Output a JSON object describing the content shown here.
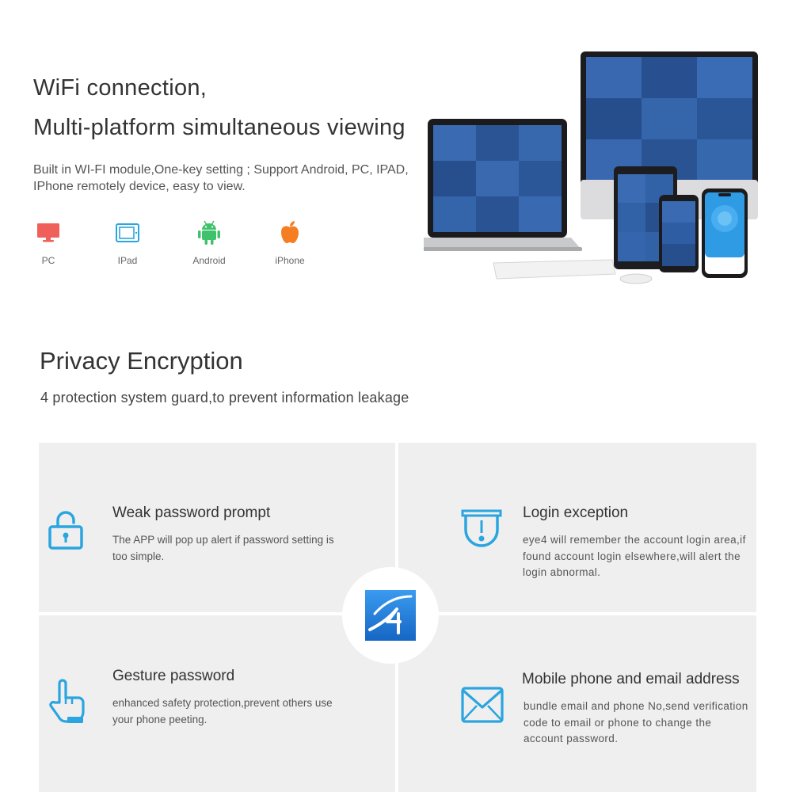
{
  "wifi": {
    "title_line1": "WiFi connection,",
    "title_line2": "Multi-platform simultaneous viewing",
    "description": "Built in WI-FI module,One-key setting ; Support Android, PC, IPAD, IPhone remotely device, easy to view."
  },
  "platforms": [
    {
      "label": "PC",
      "icon": "monitor-icon",
      "color": "#f0605a"
    },
    {
      "label": "IPad",
      "icon": "tablet-icon",
      "color": "#2aa5e0"
    },
    {
      "label": "Android",
      "icon": "android-icon",
      "color": "#3fc26b"
    },
    {
      "label": "iPhone",
      "icon": "apple-icon",
      "color": "#f57d22"
    }
  ],
  "privacy": {
    "title": "Privacy Encryption",
    "subtitle": "4 protection system guard,to prevent information leakage"
  },
  "features": [
    {
      "title": "Weak password prompt",
      "description": "The APP will pop up alert if password setting is too simple.",
      "icon": "padlock-icon"
    },
    {
      "title": "Login exception",
      "description": "eye4 will remember the account login area,if found account login elsewhere,will alert the login abnormal.",
      "icon": "camera-dome-icon"
    },
    {
      "title": "Gesture password",
      "description": "enhanced safety protection,prevent others use your phone peeting.",
      "icon": "hand-pointer-icon"
    },
    {
      "title": "Mobile phone and email address",
      "description": "bundle email and phone No,send verification code to email or phone to change the account password.",
      "icon": "envelope-icon"
    }
  ],
  "colors": {
    "accent": "#2aa5e0",
    "cell_background": "#efefef",
    "logo_blue": "#1f7fd6"
  }
}
